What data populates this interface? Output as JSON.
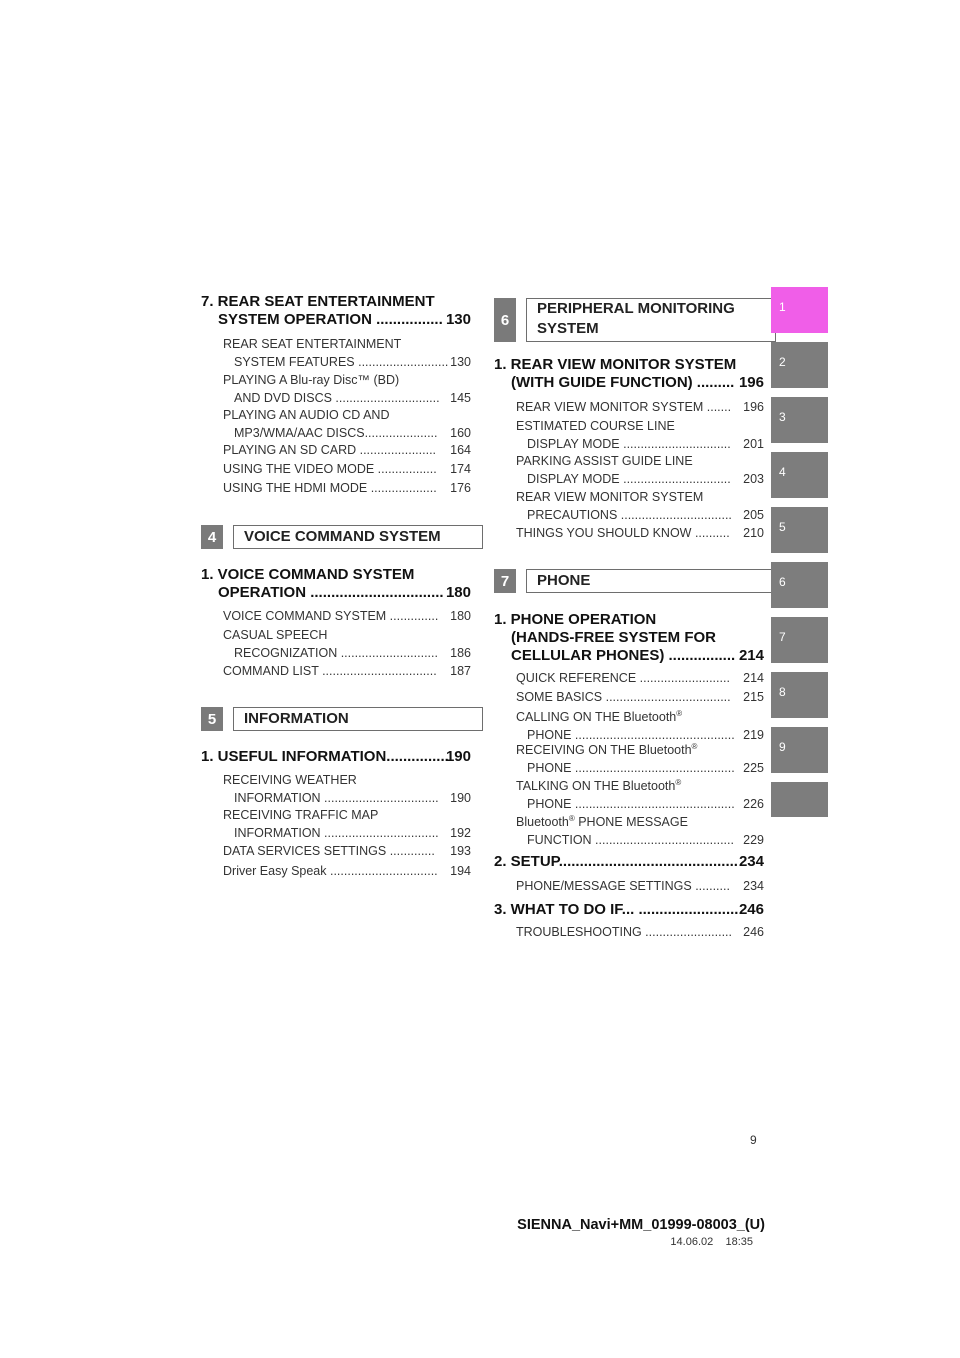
{
  "left_column": {
    "chapter7": {
      "line1": "7. REAR SEAT ENTERTAINMENT",
      "line2": "SYSTEM OPERATION ................",
      "page": "130"
    },
    "entries7": [
      {
        "line1": "REAR SEAT ENTERTAINMENT",
        "line2": "SYSTEM FEATURES ..........................",
        "page": "130"
      },
      {
        "line1": "PLAYING A Blu-ray Disc™ (BD)",
        "line2": "AND DVD DISCS ..............................",
        "page": "145"
      },
      {
        "line1": "PLAYING AN AUDIO CD AND",
        "line2": "MP3/WMA/AAC DISCS.....................",
        "page": "160"
      },
      {
        "line1": "PLAYING AN SD CARD ......................",
        "page": "164"
      },
      {
        "line1": "USING THE VIDEO MODE .................",
        "page": "174"
      },
      {
        "line1": "USING THE HDMI MODE ...................",
        "page": "176"
      }
    ],
    "section4": {
      "number": "4",
      "title": "VOICE COMMAND SYSTEM"
    },
    "chapter4_1": {
      "line1": "1. VOICE COMMAND SYSTEM",
      "line2": "OPERATION ................................",
      "page": "180"
    },
    "entries4": [
      {
        "line1": "VOICE COMMAND SYSTEM ..............",
        "page": "180"
      },
      {
        "line1": "CASUAL SPEECH",
        "line2": "RECOGNIZATION ............................",
        "page": "186"
      },
      {
        "line1": "COMMAND LIST .................................",
        "page": "187"
      }
    ],
    "section5": {
      "number": "5",
      "title": "INFORMATION"
    },
    "chapter5_1": {
      "text": "1. USEFUL INFORMATION...............",
      "page": "190"
    },
    "entries5": [
      {
        "line1": "RECEIVING WEATHER",
        "line2": "INFORMATION .................................",
        "page": "190"
      },
      {
        "line1": "RECEIVING TRAFFIC MAP",
        "line2": "INFORMATION .................................",
        "page": "192"
      },
      {
        "line1": "DATA SERVICES SETTINGS .............",
        "page": "193"
      },
      {
        "line1": "Driver Easy Speak ...............................",
        "page": "194"
      }
    ]
  },
  "right_column": {
    "section6": {
      "number": "6",
      "title_line1": "PERIPHERAL MONITORING",
      "title_line2": "SYSTEM"
    },
    "chapter6_1": {
      "line1": "1. REAR VIEW MONITOR SYSTEM",
      "line2": "(WITH GUIDE FUNCTION) .........",
      "page": "196"
    },
    "entries6": [
      {
        "line1": "REAR VIEW MONITOR SYSTEM .......",
        "page": "196"
      },
      {
        "line1": "ESTIMATED COURSE LINE",
        "line2": "DISPLAY MODE ...............................",
        "page": "201"
      },
      {
        "line1": "PARKING ASSIST GUIDE LINE",
        "line2": "DISPLAY MODE ...............................",
        "page": "203"
      },
      {
        "line1": "REAR VIEW MONITOR SYSTEM",
        "line2": "PRECAUTIONS ................................",
        "page": "205"
      },
      {
        "line1": "THINGS YOU SHOULD KNOW ..........",
        "page": "210"
      }
    ],
    "section7": {
      "number": "7",
      "title": "PHONE"
    },
    "chapter7_1": {
      "line1": "1. PHONE OPERATION",
      "line2": "(HANDS-FREE SYSTEM FOR",
      "line3": "CELLULAR PHONES) ................",
      "page": "214"
    },
    "entries7_1": [
      {
        "line1": "QUICK REFERENCE ..........................",
        "page": "214"
      },
      {
        "line1": "SOME BASICS ....................................",
        "page": "215"
      },
      {
        "line1": "CALLING ON THE Bluetooth",
        "sup": "®",
        "line2": "PHONE ..............................................",
        "page": "219"
      },
      {
        "line1": "RECEIVING ON THE Bluetooth",
        "sup": "®",
        "line2": "PHONE ..............................................",
        "page": "225"
      },
      {
        "line1": "TALKING ON THE Bluetooth",
        "sup": "®",
        "line2": "PHONE ..............................................",
        "page": "226"
      },
      {
        "line1a": "Bluetooth",
        "sup": "®",
        "line1b": " PHONE MESSAGE",
        "line2": "FUNCTION ........................................",
        "page": "229"
      }
    ],
    "chapter7_2": {
      "text": "2. SETUP...........................................",
      "page": "234"
    },
    "entries7_2": [
      {
        "line1": "PHONE/MESSAGE SETTINGS ..........",
        "page": "234"
      }
    ],
    "chapter7_3": {
      "text": "3. WHAT TO DO IF... ........................",
      "page": "246"
    },
    "entries7_3": [
      {
        "line1": "TROUBLESHOOTING .........................",
        "page": "246"
      }
    ]
  },
  "tabs": [
    "1",
    "2",
    "3",
    "4",
    "5",
    "6",
    "7",
    "8",
    "9",
    ""
  ],
  "active_tab_color": "#f05ee8",
  "tab_color": "#7d7d7d",
  "footer": {
    "page_number": "9",
    "doc_id": "SIENNA_Navi+MM_01999-08003_(U)",
    "timestamp": "14.06.02    18:35"
  }
}
